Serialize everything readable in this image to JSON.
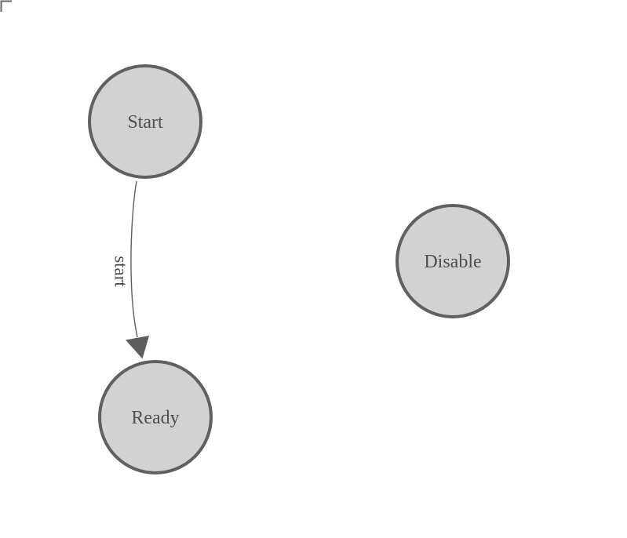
{
  "diagram": {
    "kind": "state-machine",
    "background_color": "#ffffff",
    "node_fill_color": "#d2d2d2",
    "node_stroke_color": "#606060",
    "node_text_color": "#4f4f4f",
    "edge_color": "#5e5e5e",
    "edge_label_color": "#4a4a4f",
    "nodes": [
      {
        "id": "start",
        "label": "Start"
      },
      {
        "id": "ready",
        "label": "Ready"
      },
      {
        "id": "disable",
        "label": "Disable"
      }
    ],
    "edges": [
      {
        "from": "start",
        "to": "ready",
        "label": "start"
      }
    ]
  }
}
